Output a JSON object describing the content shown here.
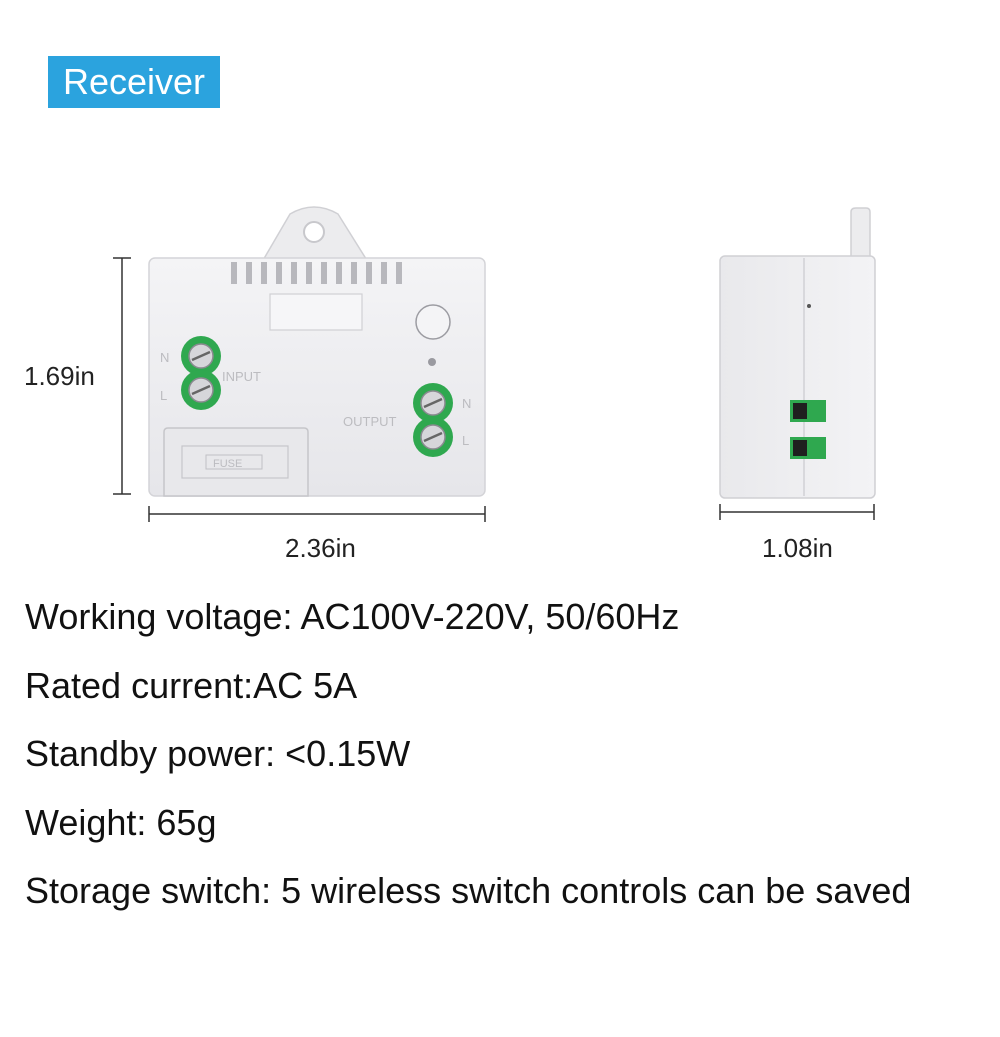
{
  "badge": "Receiver",
  "dimensions": {
    "height": "1.69in",
    "width": "2.36in",
    "depth": "1.08in"
  },
  "device_labels": {
    "n_in": "N",
    "l_in": "L",
    "input": "INPUT",
    "output": "OUTPUT",
    "n_out": "N",
    "l_out": "L",
    "fuse": "FUSE"
  },
  "specs": [
    "Working voltage: AC100V-220V, 50/60Hz",
    "Rated current:AC 5A",
    "Standby power: <0.15W",
    "Weight: 65g",
    "Storage switch: 5 wireless switch controls can be saved"
  ],
  "colors": {
    "badge": "#2ba3de",
    "terminal": "#2fa84f",
    "housing": "#eeeef0"
  }
}
